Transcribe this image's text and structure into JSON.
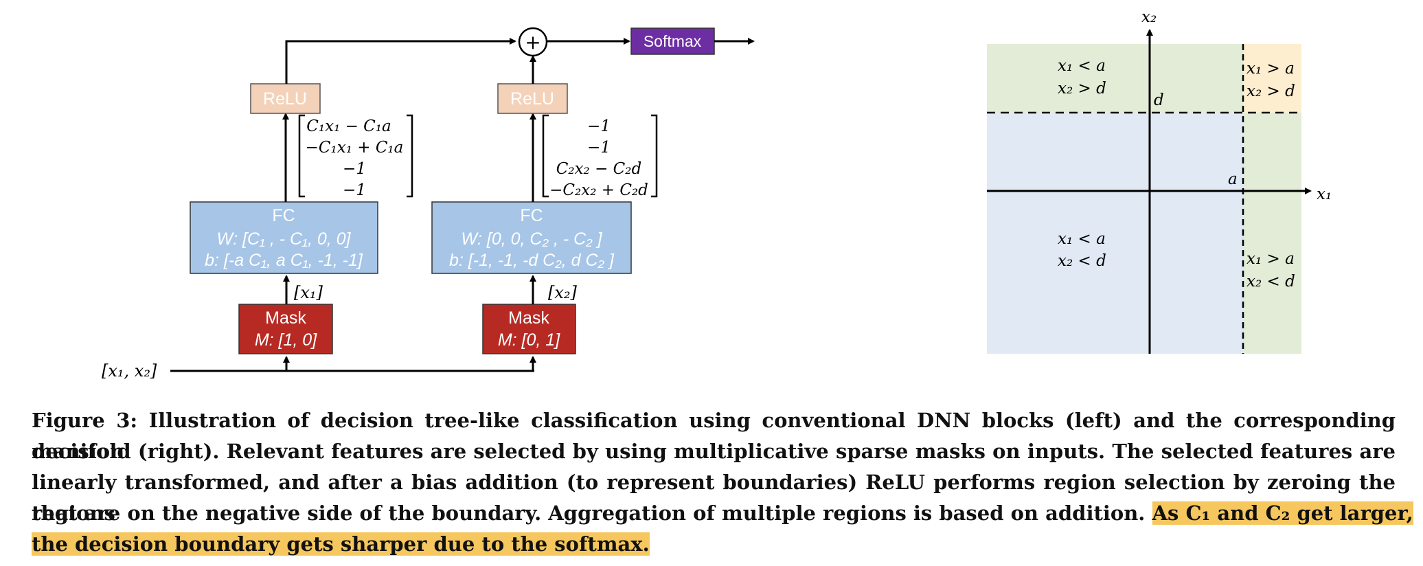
{
  "colors": {
    "mask_fill": "#b72a23",
    "fc_fill": "#a7c5e7",
    "relu_fill": "#f4d2b9",
    "softmax_fill": "#6d2ea3",
    "region_green": "#e3ecd6",
    "region_blue": "#e0e9f4",
    "region_yellow": "#fdeed0",
    "highlight": "#f6c75e"
  },
  "diagram": {
    "input_label": "[x₁, x₂]",
    "branch1": {
      "mask_title": "Mask",
      "mask_value": "M: [1, 0]",
      "selected_label": "[x₁]",
      "fc_title": "FC",
      "fc_w": "W: [C₁ , - C₁, 0, 0]",
      "fc_b": "b: [-a C₁, a C₁, -1, -1]",
      "vector": [
        "C₁x₁ − C₁a",
        "−C₁x₁ + C₁a",
        "−1",
        "−1"
      ],
      "relu": "ReLU"
    },
    "branch2": {
      "mask_title": "Mask",
      "mask_value": "M: [0, 1]",
      "selected_label": "[x₂]",
      "fc_title": "FC",
      "fc_w": "W: [0, 0, C₂ , - C₂ ]",
      "fc_b": "b: [-1, -1, -d C₂, d C₂ ]",
      "vector": [
        "−1",
        "−1",
        "C₂x₂ − C₂d",
        "−C₂x₂ + C₂d"
      ],
      "relu": "ReLU"
    },
    "sum_symbol": "+",
    "softmax": "Softmax"
  },
  "manifold": {
    "x_axis": "x₁",
    "y_axis": "x₂",
    "tick_a": "a",
    "tick_d": "d",
    "regions": {
      "top_left": [
        "x₁ < a",
        "x₂ > d"
      ],
      "top_right": [
        "x₁ > a",
        "x₂ > d"
      ],
      "bottom_left": [
        "x₁ < a",
        "x₂ < d"
      ],
      "bottom_right": [
        "x₁ > a",
        "x₂ < d"
      ]
    }
  },
  "caption": {
    "line1": "Figure 3: Illustration of decision tree-like classification using conventional DNN blocks (left) and the corresponding decision",
    "line2": "manifold (right). Relevant features are selected by using multiplicative sparse masks on inputs. The selected features are",
    "line3": "linearly transformed, and after a bias addition (to represent boundaries) ReLU performs region selection by zeroing the regions",
    "line4_plain": "that are on the negative side of the boundary. Aggregation of multiple regions is based on addition.",
    "line4_highlight": "As C₁ and C₂ get larger,",
    "line5_highlight": "the decision boundary gets sharper due to the softmax."
  }
}
